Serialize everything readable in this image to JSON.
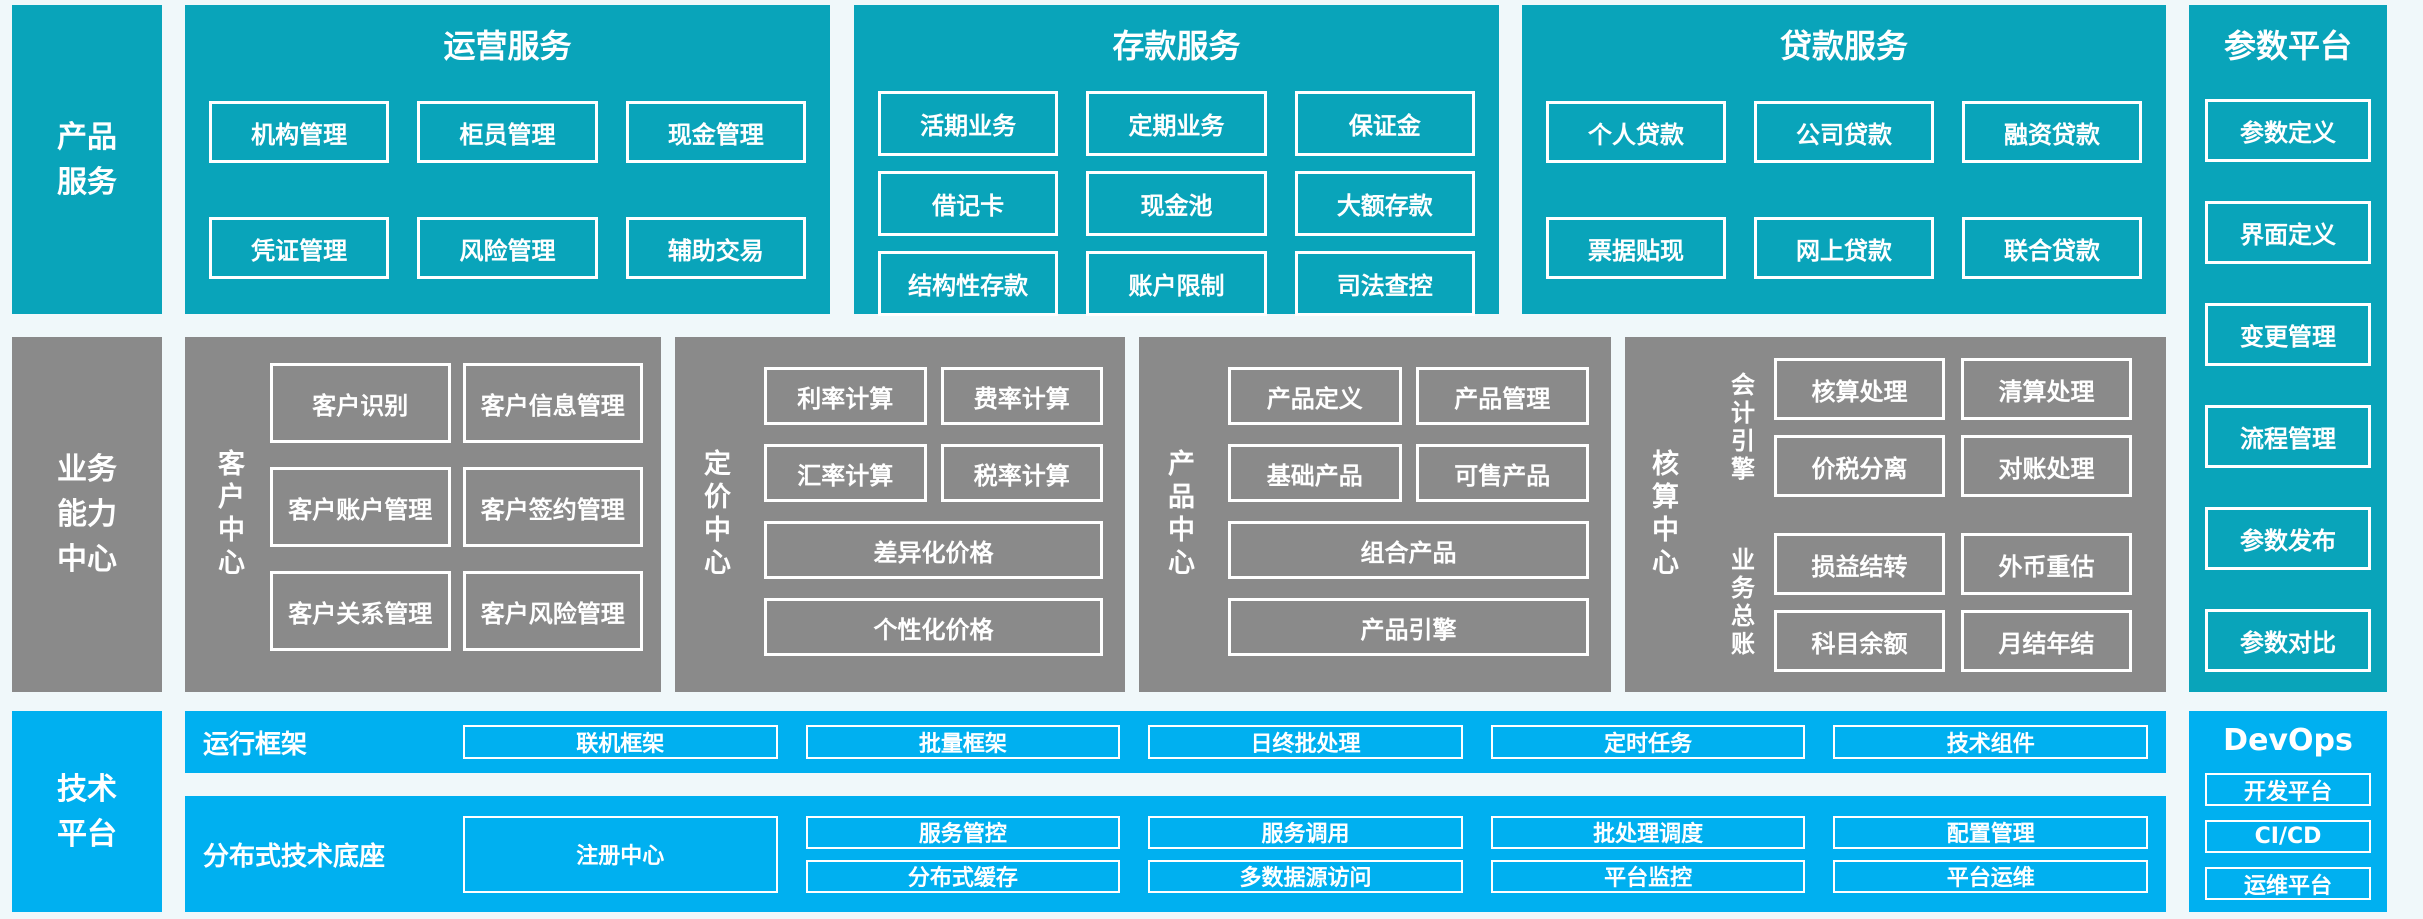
{
  "palette": {
    "teal": "#09a4ba",
    "gray": "#8a8a8a",
    "blue": "#00b0f0",
    "background": "#f0f8fa",
    "border": "#ffffff",
    "text": "#ffffff"
  },
  "product_services": {
    "sidebar_label": "产品\n服务",
    "operations": {
      "title": "运营服务",
      "boxes": [
        "机构管理",
        "柜员管理",
        "现金管理",
        "凭证管理",
        "风险管理",
        "辅助交易"
      ]
    },
    "deposits": {
      "title": "存款服务",
      "boxes": [
        "活期业务",
        "定期业务",
        "保证金",
        "借记卡",
        "现金池",
        "大额存款",
        "结构性存款",
        "账户限制",
        "司法查控"
      ]
    },
    "loans": {
      "title": "贷款服务",
      "boxes": [
        "个人贷款",
        "公司贷款",
        "融资贷款",
        "票据贴现",
        "网上贷款",
        "联合贷款"
      ]
    }
  },
  "parameter_platform": {
    "title": "参数平台",
    "boxes": [
      "参数定义",
      "界面定义",
      "变更管理",
      "流程管理",
      "参数发布",
      "参数对比"
    ]
  },
  "business_capability": {
    "sidebar_label": "业务\n能力\n中心",
    "customer_center": {
      "label": "客户中心",
      "boxes": [
        "客户识别",
        "客户信息管理",
        "客户账户管理",
        "客户签约管理",
        "客户关系管理",
        "客户风险管理"
      ]
    },
    "pricing_center": {
      "label": "定价中心",
      "boxes": [
        "利率计算",
        "费率计算",
        "汇率计算",
        "税率计算"
      ],
      "wide_boxes": [
        "差异化价格",
        "个性化价格"
      ]
    },
    "product_center": {
      "label": "产品中心",
      "boxes": [
        "产品定义",
        "产品管理",
        "基础产品",
        "可售产品"
      ],
      "wide_boxes": [
        "组合产品",
        "产品引擎"
      ]
    },
    "accounting_center": {
      "label": "核算中心",
      "groups": [
        {
          "label": "会计引擎",
          "boxes": [
            "核算处理",
            "清算处理",
            "价税分离",
            "对账处理"
          ]
        },
        {
          "label": "业务总账",
          "boxes": [
            "损益结转",
            "外币重估",
            "科目余额",
            "月结年结"
          ]
        }
      ]
    }
  },
  "technology_platform": {
    "sidebar_label": "技术\n平台",
    "runtime_framework": {
      "label": "运行框架",
      "boxes": [
        "联机框架",
        "批量框架",
        "日终批处理",
        "定时任务",
        "技术组件"
      ]
    },
    "distributed_base": {
      "label": "分布式技术底座",
      "registry_box": "注册中心",
      "boxes": [
        "服务管控",
        "服务调用",
        "批处理调度",
        "配置管理",
        "分布式缓存",
        "多数据源访问",
        "平台监控",
        "平台运维"
      ]
    },
    "devops": {
      "title": "DevOps",
      "boxes": [
        "开发平台",
        "CI/CD",
        "运维平台"
      ]
    }
  }
}
